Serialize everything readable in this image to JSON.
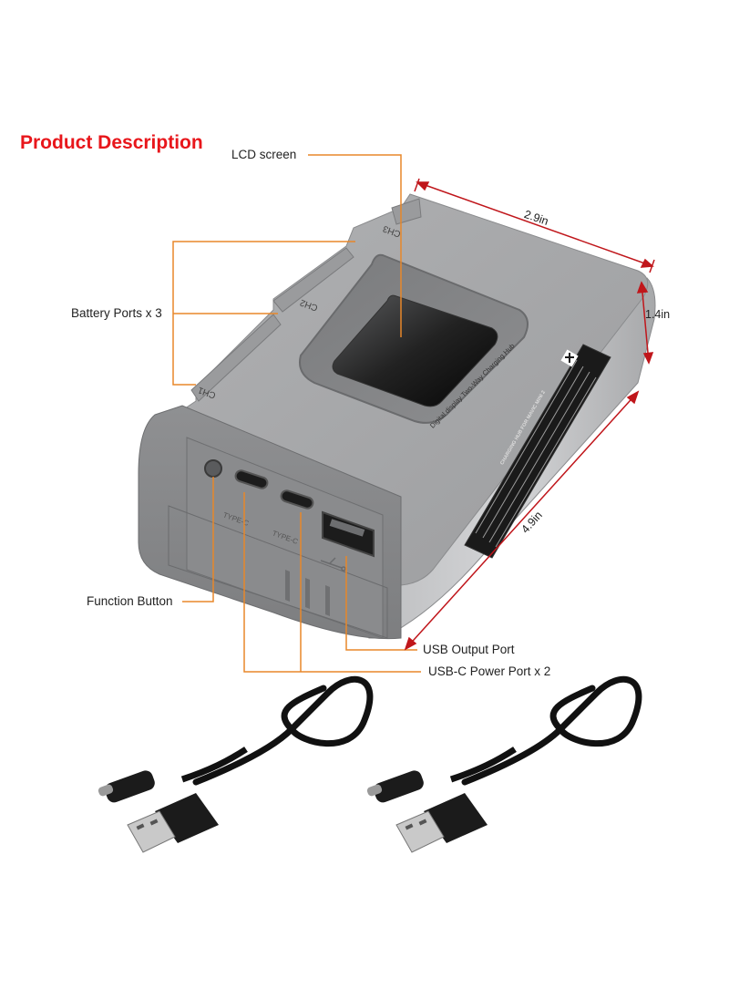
{
  "title": "Product Description",
  "callouts": {
    "lcd_screen": "LCD screen",
    "battery_ports": "Battery Ports x 3",
    "function_button": "Function Button",
    "usb_output_port": "USB Output Port",
    "usbc_power_port": "USB-C Power Port x 2"
  },
  "dimensions": {
    "width": "2.9in",
    "height": "1.4in",
    "length": "4.9in"
  },
  "device_markings": {
    "ch1": "CH1",
    "ch2": "CH2",
    "ch3": "CH3",
    "type_c_1": "TYPE-C",
    "type_c_2": "TYPE-C",
    "screen_caption": "Digital display Two-Way Charging Hub",
    "spec_label_heading": "CHARGING HUB FOR MAVIC MINI 2"
  },
  "colors": {
    "title": "#e8161b",
    "callout_line": "#e8872a",
    "dimension_line": "#c0161b",
    "device_body": "#8e8f91",
    "device_top": "#a6a7a9",
    "cable": "#111111"
  },
  "icons": [
    "usb-symbol-icon",
    "brand-logo-icon"
  ]
}
